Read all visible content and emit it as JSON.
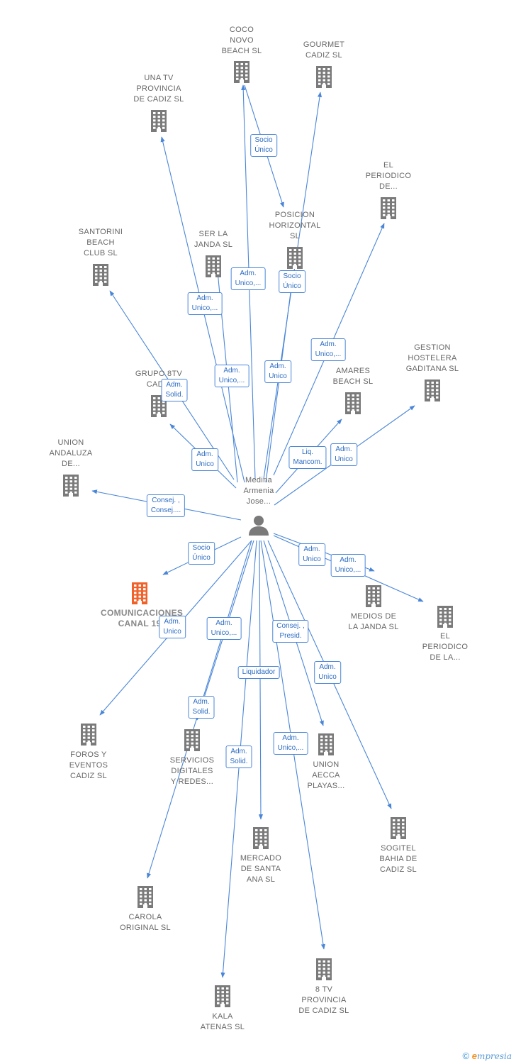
{
  "center": {
    "label": "Medina\nArmenia\nJose..."
  },
  "colors": {
    "edge": "#4a86d8",
    "building": "#7a7a7a",
    "focus": "#f0622a",
    "person": "#7a7a7a"
  },
  "nodes": [
    {
      "id": "coco",
      "label": "COCO\nNOVO\nBEACH  SL"
    },
    {
      "id": "gourmet",
      "label": "GOURMET\nCADIZ  SL"
    },
    {
      "id": "unatv",
      "label": "UNA TV\nPROVINCIA\nDE CADIZ SL"
    },
    {
      "id": "periodico1",
      "label": "EL\nPERIODICO\nDE..."
    },
    {
      "id": "posicion",
      "label": "POSICION\nHORIZONTAL\nSL"
    },
    {
      "id": "santorini",
      "label": "SANTORINI\nBEACH\nCLUB  SL"
    },
    {
      "id": "serla",
      "label": "SER LA\nJANDA  SL"
    },
    {
      "id": "gestion",
      "label": "GESTION\nHOSTELERA\nGADITANA  SL"
    },
    {
      "id": "grupo8",
      "label": "GRUPO 8TV\nCADIZ"
    },
    {
      "id": "amares",
      "label": "AMARES\nBEACH  SL"
    },
    {
      "id": "union",
      "label": "UNION\nANDALUZA\nDE..."
    },
    {
      "id": "canal19",
      "label": "COMUNICACIONES\nCANAL 19",
      "focus": true
    },
    {
      "id": "medios",
      "label": "MEDIOS DE\nLA JANDA SL"
    },
    {
      "id": "periodico2",
      "label": "EL\nPERIODICO\nDE LA..."
    },
    {
      "id": "foros",
      "label": "FOROS Y\nEVENTOS\nCADIZ  SL"
    },
    {
      "id": "servicios",
      "label": "SERVICIOS\nDIGITALES\nY REDES..."
    },
    {
      "id": "aecca",
      "label": "UNION\nAECCA\nPLAYAS..."
    },
    {
      "id": "sogitel",
      "label": "SOGITEL\nBAHIA DE\nCADIZ SL"
    },
    {
      "id": "mercado",
      "label": "MERCADO\nDE SANTA\nANA  SL"
    },
    {
      "id": "carola",
      "label": "CAROLA\nORIGINAL  SL"
    },
    {
      "id": "kala",
      "label": "KALA\nATENAS  SL"
    },
    {
      "id": "tv8",
      "label": "8 TV\nPROVINCIA\nDE CADIZ  SL"
    }
  ],
  "edge_labels": [
    {
      "id": "socio1",
      "text": "Socio\nÚnico"
    },
    {
      "id": "adm_coco",
      "text": "Adm.\nUnico,..."
    },
    {
      "id": "socio2",
      "text": "Socio\nÚnico"
    },
    {
      "id": "adm_unatv",
      "text": "Adm.\nUnico,..."
    },
    {
      "id": "adm_serla",
      "text": "Adm.\nUnico,..."
    },
    {
      "id": "adm_gourmet",
      "text": "Adm.\nUnico"
    },
    {
      "id": "adm_periodico",
      "text": "Adm.\nUnico,..."
    },
    {
      "id": "solid_grupo",
      "text": "Adm.\nSolid."
    },
    {
      "id": "adm_santorini",
      "text": "Adm.\nUnico"
    },
    {
      "id": "liq_amares",
      "text": "Liq.\nMancom."
    },
    {
      "id": "adm_gestion",
      "text": "Adm.\nUnico"
    },
    {
      "id": "consej_union",
      "text": "Consej. ,\nConsej...."
    },
    {
      "id": "socio_canal",
      "text": "Socio\nÚnico"
    },
    {
      "id": "adm_medios",
      "text": "Adm.\nUnico"
    },
    {
      "id": "adm_periodico2",
      "text": "Adm.\nUnico,..."
    },
    {
      "id": "adm_foros",
      "text": "Adm.\nUnico"
    },
    {
      "id": "adm_carola",
      "text": "Adm.\nUnico,..."
    },
    {
      "id": "presid_aecca",
      "text": "Consej. ,\nPresid."
    },
    {
      "id": "adm_sogitel",
      "text": "Adm.\nUnico"
    },
    {
      "id": "liquidador",
      "text": "Liquidador"
    },
    {
      "id": "solid_servicios",
      "text": "Adm.\nSolid."
    },
    {
      "id": "solid_kala",
      "text": "Adm.\nSolid."
    },
    {
      "id": "adm_tv8",
      "text": "Adm.\nUnico,..."
    }
  ],
  "footer": {
    "copyright": "©",
    "brand_e": "e",
    "brand_rest": "mpresia"
  }
}
